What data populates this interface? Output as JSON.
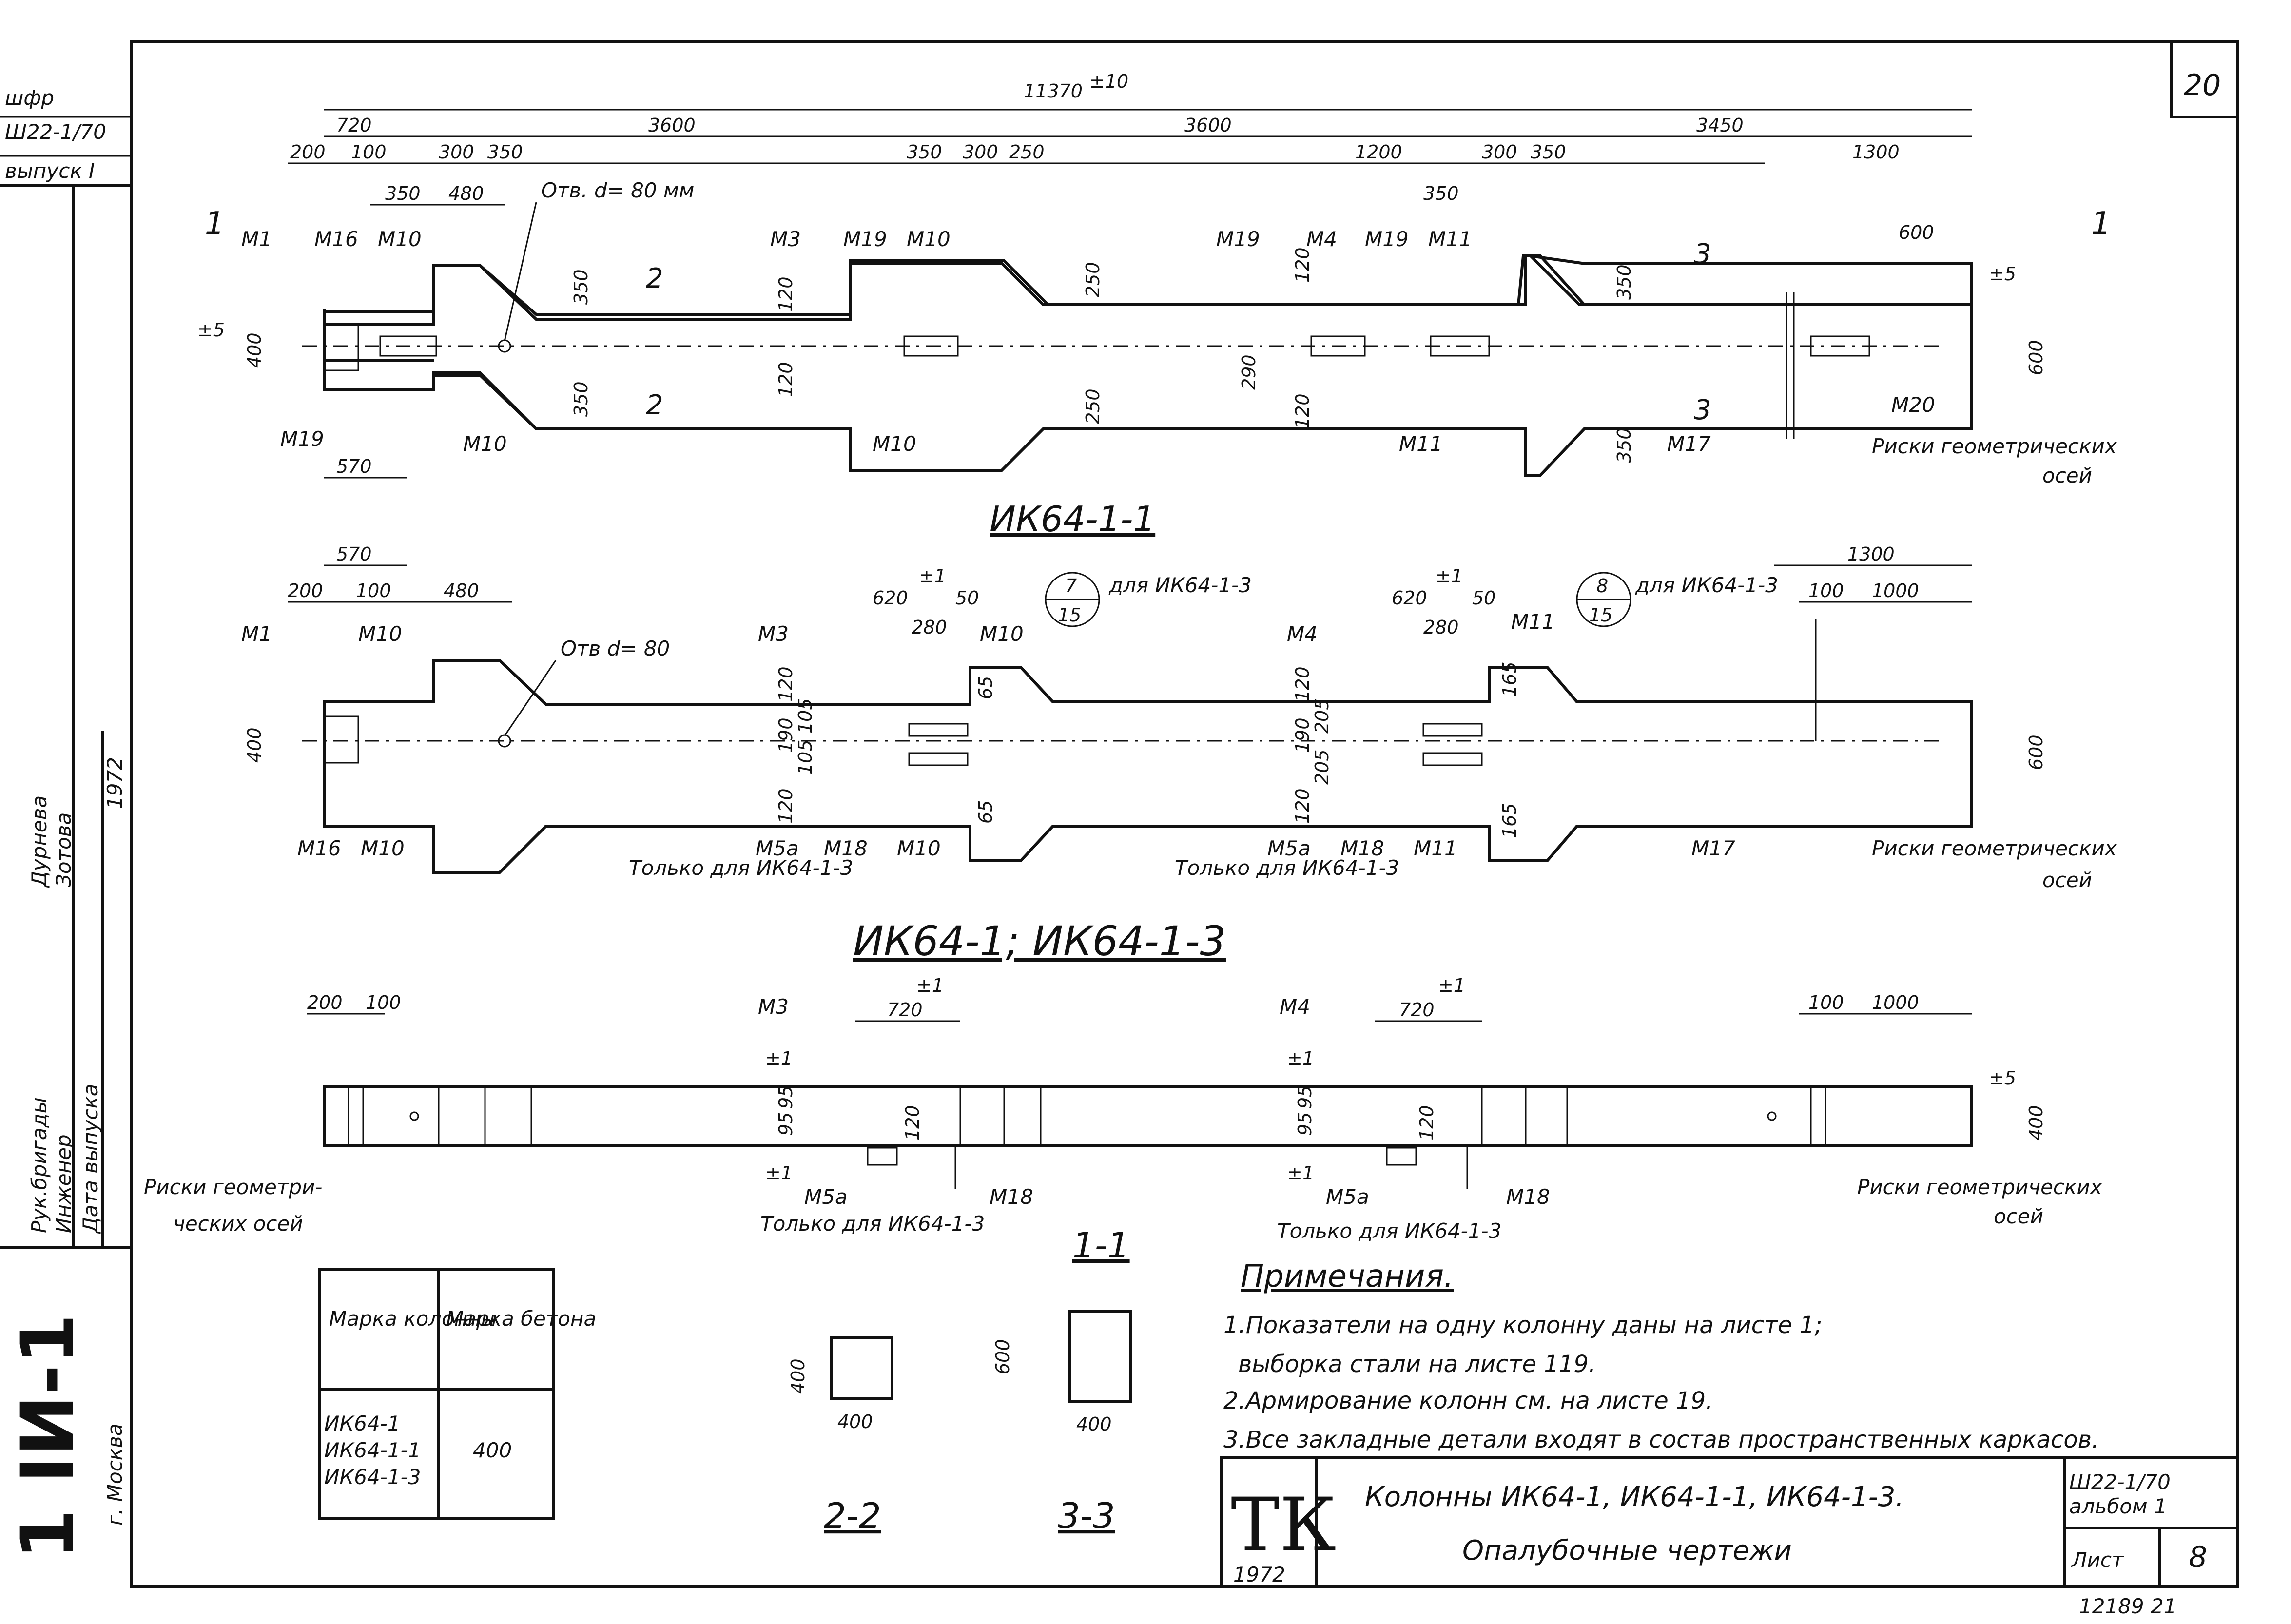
{
  "sheet_number": "20",
  "stamp": {
    "line1": "шфр",
    "line2": "Ш22-1/70",
    "line3": "выпуск I"
  },
  "side_block": {
    "people": [
      "Рук.бригады",
      "Инженер",
      "Дата выпуска"
    ],
    "names": [
      "Дурнева",
      "Зотова"
    ],
    "year": "1972",
    "series": "1 ІИ-1",
    "city": "г. Москва"
  },
  "view1": {
    "total_dim": "11370",
    "total_tol": "±10",
    "dims_top": [
      "720",
      "3600",
      "3600",
      "3450"
    ],
    "dims_2": [
      "200",
      "100",
      "300",
      "350",
      "350",
      "300",
      "250",
      "1200",
      "300",
      "350",
      "1300"
    ],
    "dims_3": [
      "350",
      "480",
      "350",
      "600"
    ],
    "hole_note": "Отв. d= 80 мм",
    "marks_top": [
      "М1",
      "М16",
      "М10",
      "М3",
      "М19",
      "М10",
      "М19",
      "М4",
      "М19",
      "М11"
    ],
    "marks_bottom": [
      "М19",
      "М10",
      "М10",
      "М11",
      "М17",
      "М20"
    ],
    "vert_dims": [
      "350",
      "120",
      "250",
      "120",
      "120",
      "290",
      "350",
      "120",
      "250",
      "350",
      "350",
      "600",
      "400"
    ],
    "tol5": "±5",
    "bottom_dim": "570",
    "section_marks": [
      "1",
      "2",
      "2",
      "3",
      "3",
      "1"
    ],
    "axis_note_1": "Риски геометрических",
    "axis_note_2": "осей",
    "title": "ИК64-1-1"
  },
  "view2": {
    "dims": [
      "570",
      "200",
      "100",
      "480",
      "620",
      "50",
      "280",
      "620",
      "50",
      "280",
      "1300",
      "100",
      "1000"
    ],
    "tol1": "±1",
    "hole_note": "Отв d= 80",
    "callout1_num": "7",
    "callout1_den": "15",
    "callout1_note": "для ИК64-1-3",
    "callout2_num": "8",
    "callout2_den": "15",
    "callout2_note": "для ИК64-1-3",
    "marks": [
      "М1",
      "М10",
      "М3",
      "М10",
      "М4",
      "М11",
      "М16",
      "М10",
      "М5а",
      "М18",
      "М10",
      "М5а",
      "М18",
      "М11",
      "М17"
    ],
    "vert_dims": [
      "120",
      "190",
      "105",
      "105",
      "120",
      "65",
      "65",
      "120",
      "190",
      "205",
      "205",
      "120",
      "165",
      "165",
      "600",
      "400"
    ],
    "only_note": "Только для ИК64-1-3",
    "axis_note_1": "Риски геометрических",
    "axis_note_2": "осей",
    "title": "ИК64-1; ИК64-1-3"
  },
  "view3": {
    "dims": [
      "200",
      "100",
      "720",
      "720",
      "100",
      "1000"
    ],
    "tol1": "±1",
    "tol5": "±5",
    "marks": [
      "М3",
      "М4",
      "М5а",
      "М18",
      "М5а",
      "М18"
    ],
    "vert_dims": [
      "95",
      "95",
      "120",
      "95",
      "95",
      "120",
      "400"
    ],
    "only_note": "Только для ИК64-1-3",
    "axis_left_1": "Риски геометри-",
    "axis_left_2": "ческих осей",
    "axis_note_1": "Риски геометрических",
    "axis_note_2": "осей",
    "title": "1-1"
  },
  "concrete_table": {
    "headers": [
      "Марка колонны",
      "Марка бетона"
    ],
    "rows": [
      "ИК64-1",
      "ИК64-1-1",
      "ИК64-1-3"
    ],
    "value": "400"
  },
  "sections": [
    {
      "title": "2-2",
      "w": "400",
      "h": "400"
    },
    {
      "title": "3-3",
      "w": "400",
      "h": "600"
    }
  ],
  "notes": {
    "heading": "Примечания.",
    "items": [
      "1.Показатели на одну колонну даны на листе 1;",
      "выборка стали на листе 119.",
      "2.Армирование колонн см. на листе 19.",
      "3.Все закладные детали входят в состав пространственных каркасов."
    ]
  },
  "title_block": {
    "logo": "ТК",
    "logo_year": "1972",
    "title1": "Колонны ИК64-1, ИК64-1-1, ИК64-1-3.",
    "title2": "Опалубочные чертежи",
    "code1": "Ш22-1/70",
    "code2": "альбом 1",
    "sheet_label": "Лист",
    "sheet_no": "8",
    "archive": "12189  21"
  }
}
